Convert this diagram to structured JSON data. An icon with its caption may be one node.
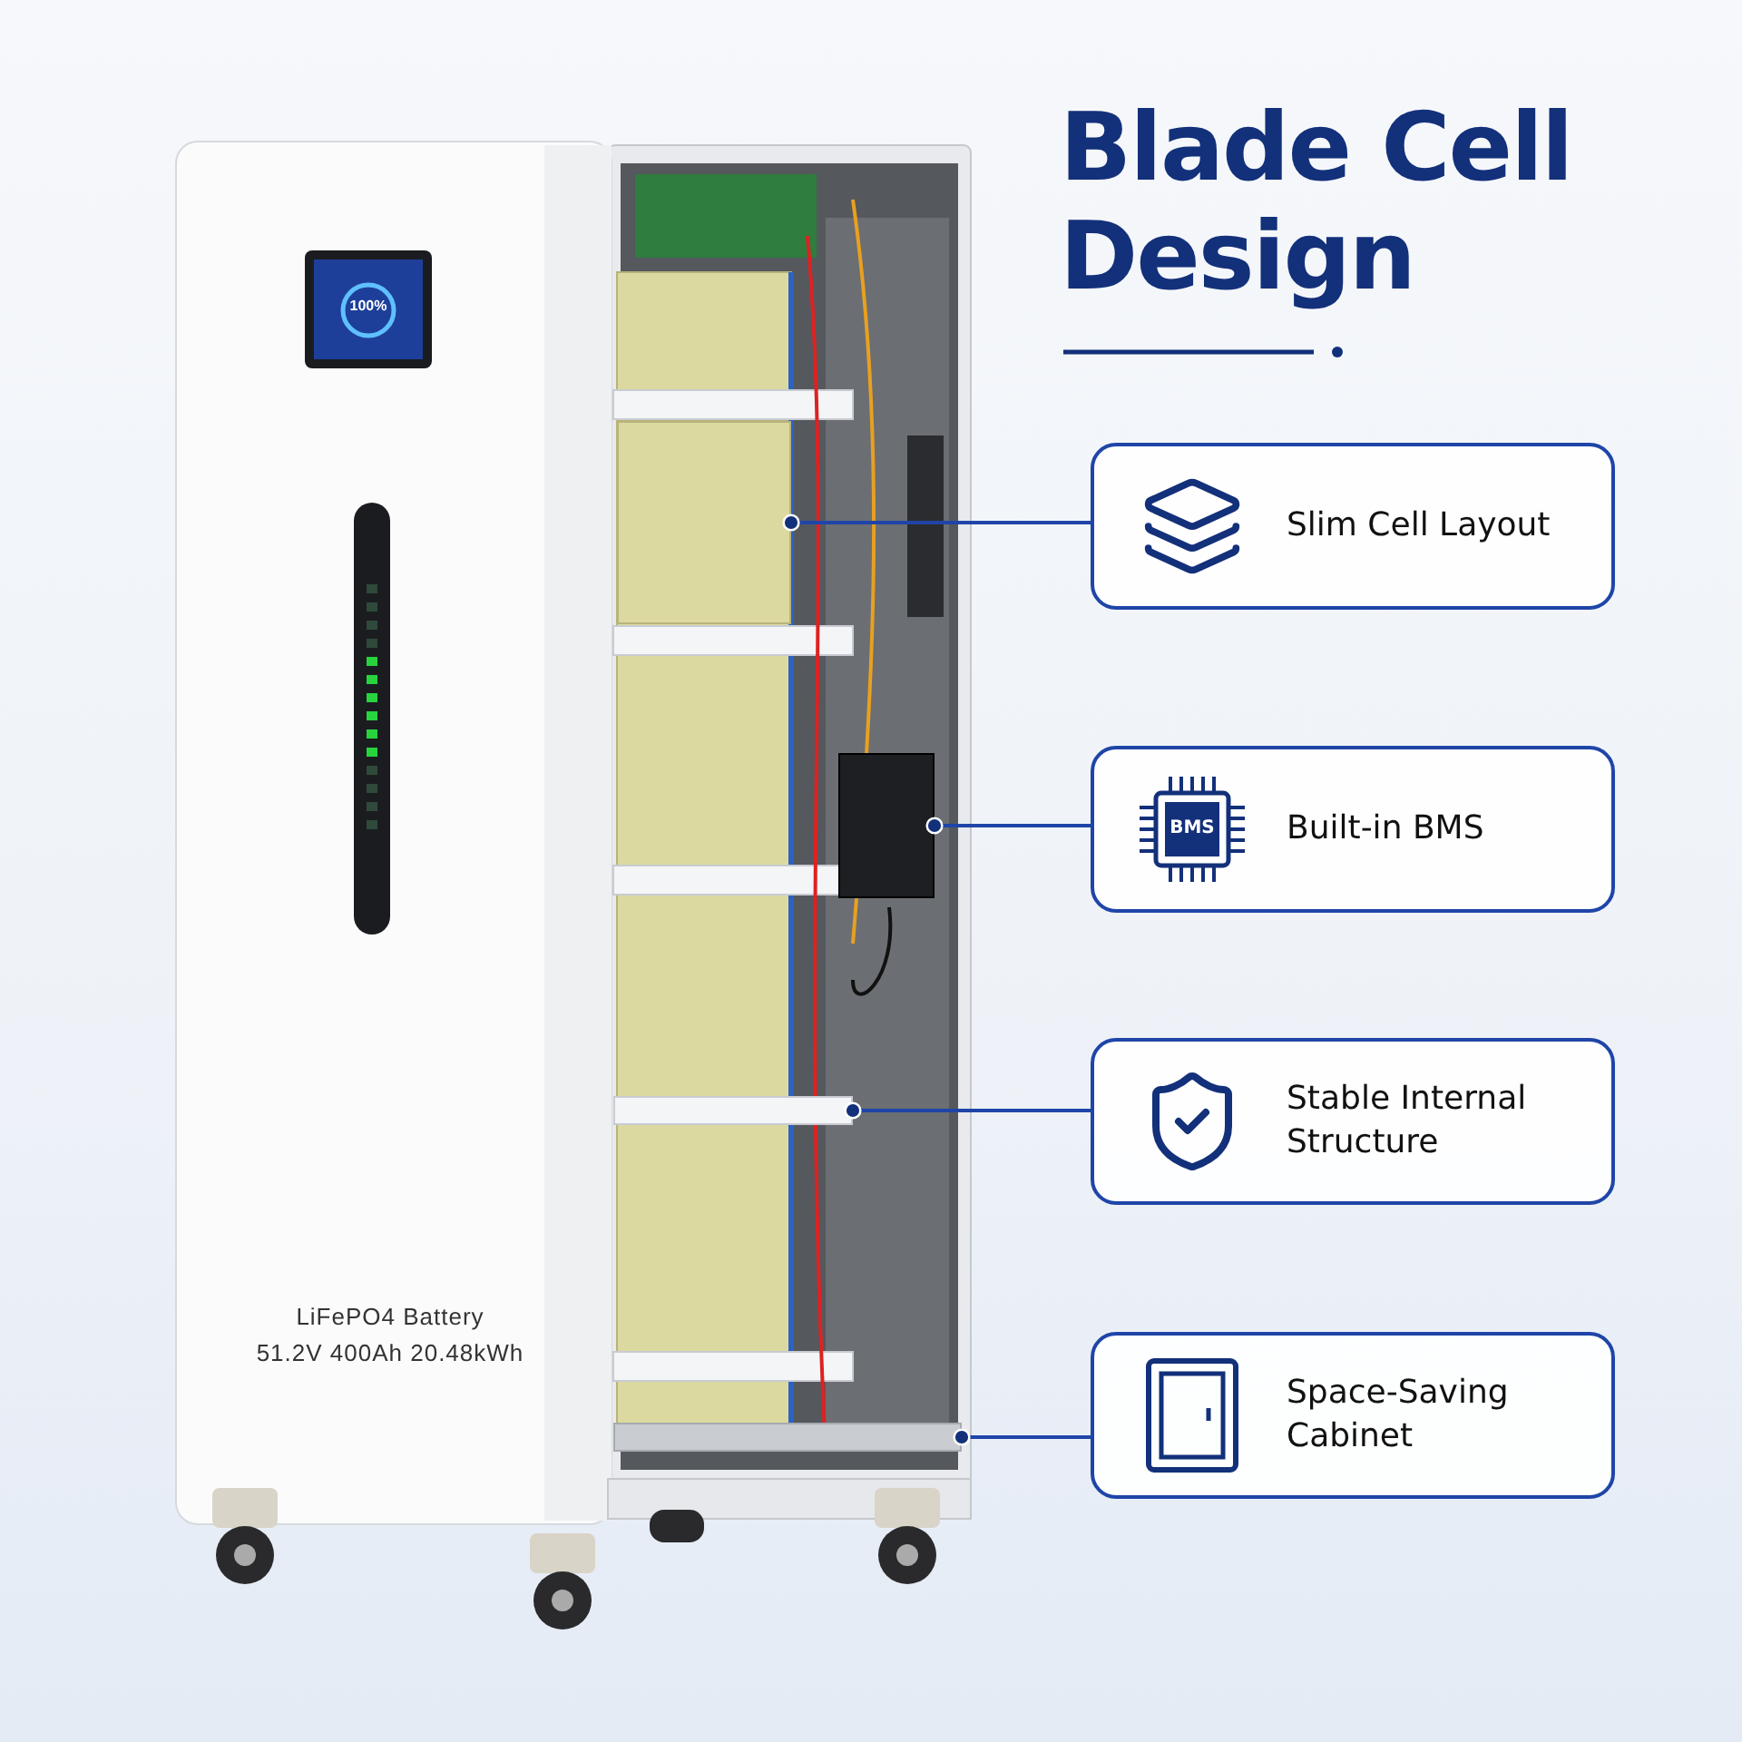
{
  "diagram": {
    "title": "Blade Cell Design",
    "nodes": [
      {
        "text": [
          "Slim Cell Layout"
        ]
      },
      {
        "text": [
          "Built-in BMS"
        ]
      },
      {
        "text": [
          "Stable Internal Structure"
        ]
      },
      {
        "text": [
          "Space-Saving Cabinet"
        ]
      },
      {
        "text": [],
        "shape": "box"
      },
      {
        "text": [],
        "shape": "box"
      },
      {
        "text": [],
        "shape": "bar"
      },
      {
        "text": [],
        "shape": "bar"
      }
    ],
    "edges": [
      {
        "from": 0,
        "to": 4,
        "arrow": "other"
      },
      {
        "from": 1,
        "to": 5,
        "arrow": "other"
      },
      {
        "from": 2,
        "to": 6,
        "arrow": "other"
      },
      {
        "from": 3,
        "to": 7,
        "arrow": "other"
      }
    ],
    "labels": [
      "100%",
      "BMS",
      "LiFePO4 Battery",
      "51.2V 400Ah 20.48kWh"
    ]
  }
}
